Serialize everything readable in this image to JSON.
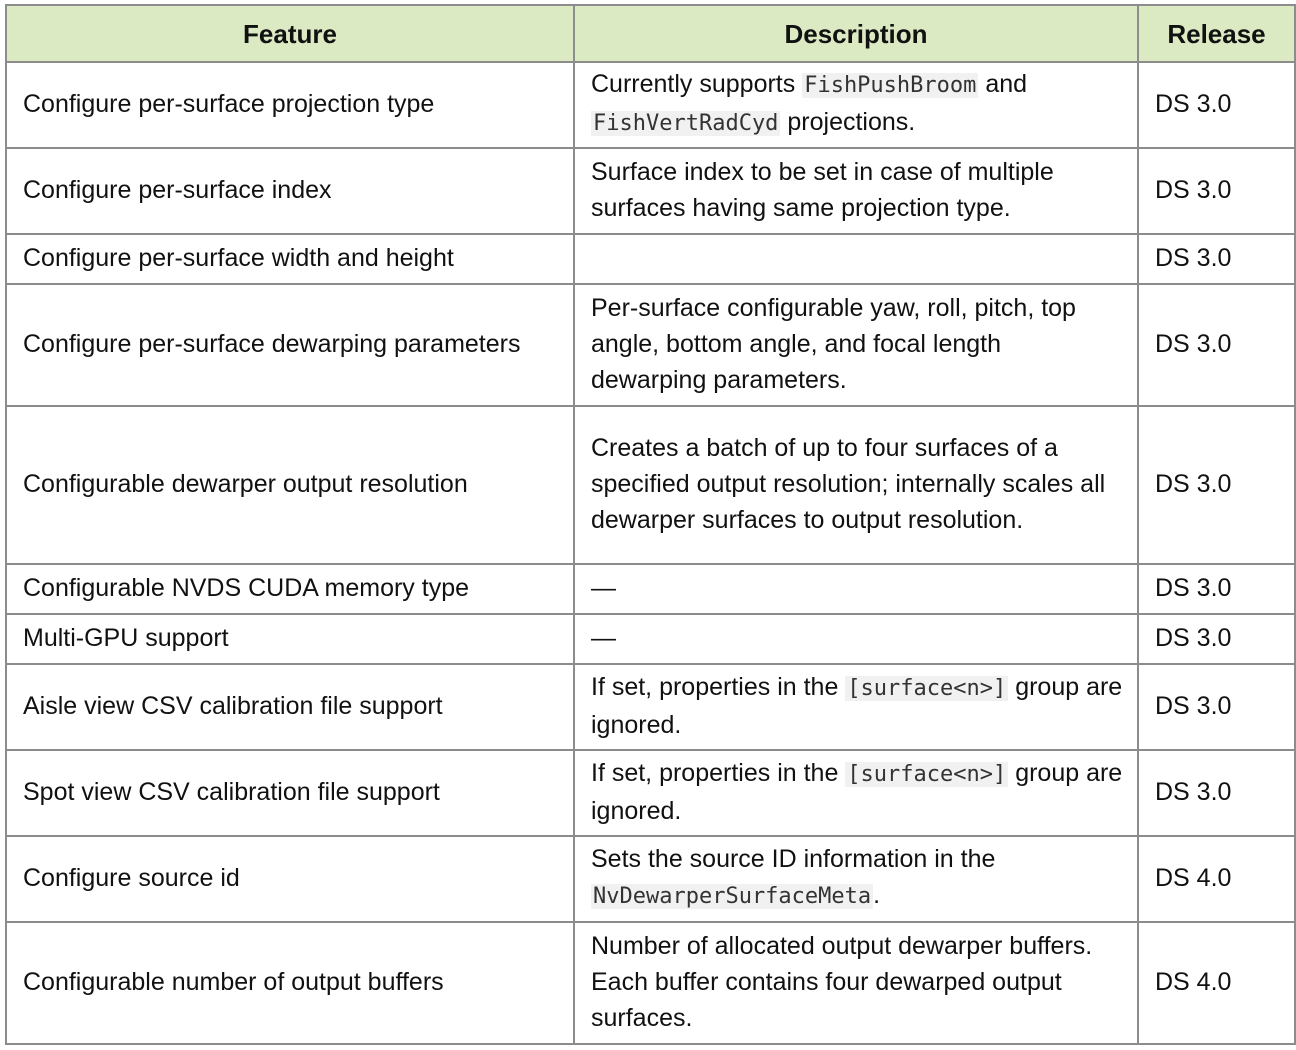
{
  "header": {
    "feature": "Feature",
    "description": "Description",
    "release": "Release"
  },
  "rows": [
    {
      "feature": "Configure per-surface projection type",
      "description": [
        {
          "text": "Currently supports "
        },
        {
          "code": "FishPushBroom"
        },
        {
          "text": " and "
        },
        {
          "code": "FishVertRadCyd"
        },
        {
          "text": " projections."
        }
      ],
      "release": "DS 3.0"
    },
    {
      "feature": "Configure per-surface index",
      "description": [
        {
          "text": "Surface index to be set in case of multiple surfaces having same projection type."
        }
      ],
      "release": "DS 3.0"
    },
    {
      "feature": "Configure per-surface width and height",
      "description": [],
      "release": "DS 3.0"
    },
    {
      "feature": "Configure per-surface dewarping parameters",
      "description": [
        {
          "text": "Per-surface configurable yaw, roll, pitch, top angle, bottom angle, and focal length dewarping parameters."
        }
      ],
      "release": "DS 3.0"
    },
    {
      "feature": "Configurable dewarper output resolution",
      "description": [
        {
          "text": "Creates a batch of up to four surfaces of a specified output resolution; internally scales all dewarper surfaces to output resolution."
        }
      ],
      "release": "DS 3.0"
    },
    {
      "feature": "Configurable NVDS CUDA memory type",
      "description": [
        {
          "text": "—"
        }
      ],
      "release": "DS 3.0"
    },
    {
      "feature": "Multi-GPU support",
      "description": [
        {
          "text": "—"
        }
      ],
      "release": "DS 3.0"
    },
    {
      "feature": "Aisle view CSV calibration file support",
      "description": [
        {
          "text": "If set, properties in the "
        },
        {
          "code": "[surface<n>]"
        },
        {
          "text": " group are ignored."
        }
      ],
      "release": "DS 3.0"
    },
    {
      "feature": "Spot view CSV calibration file support",
      "description": [
        {
          "text": "If set, properties in the "
        },
        {
          "code": "[surface<n>]"
        },
        {
          "text": " group are ignored."
        }
      ],
      "release": "DS 3.0"
    },
    {
      "feature": "Configure source id",
      "description": [
        {
          "text": "Sets the source ID information in the "
        },
        {
          "code": "NvDewarperSurfaceMeta"
        },
        {
          "text": "."
        }
      ],
      "release": "DS 4.0"
    },
    {
      "feature": "Configurable number of output buffers",
      "description": [
        {
          "text": "Number of allocated output dewarper buffers. Each buffer contains four dewarped output surfaces."
        }
      ],
      "release": "DS 4.0"
    }
  ]
}
